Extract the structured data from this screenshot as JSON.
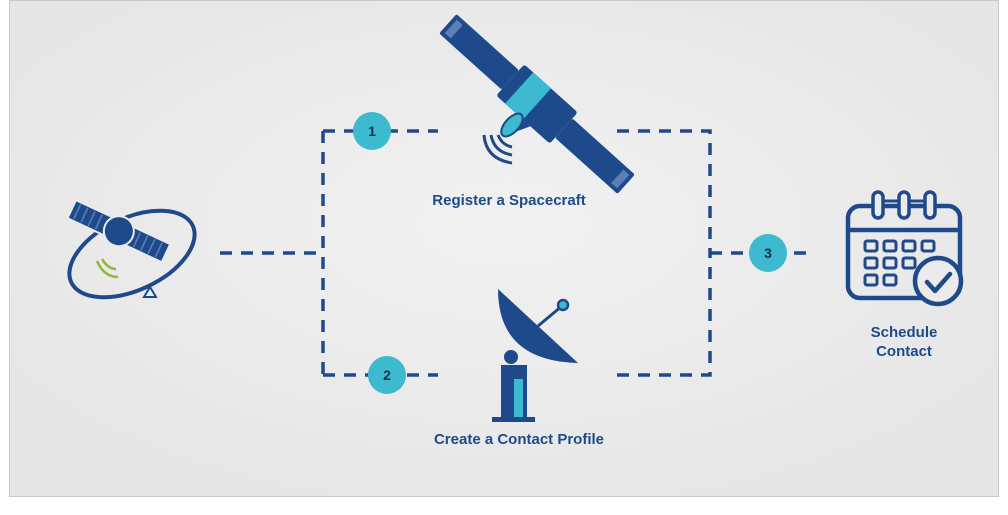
{
  "steps": [
    {
      "number": "1",
      "label": "Register a Spacecraft"
    },
    {
      "number": "2",
      "label": "Create a Contact Profile"
    },
    {
      "number": "3",
      "label_line1": "Schedule",
      "label_line2": "Contact"
    }
  ],
  "colors": {
    "primary": "#1e4a8c",
    "badge": "#3db9d0",
    "background": "#ebebeb",
    "signal_green": "#8db83a"
  },
  "icons": [
    "orbiting-satellite-icon",
    "satellite-icon",
    "satellite-dish-icon",
    "calendar-check-icon"
  ]
}
